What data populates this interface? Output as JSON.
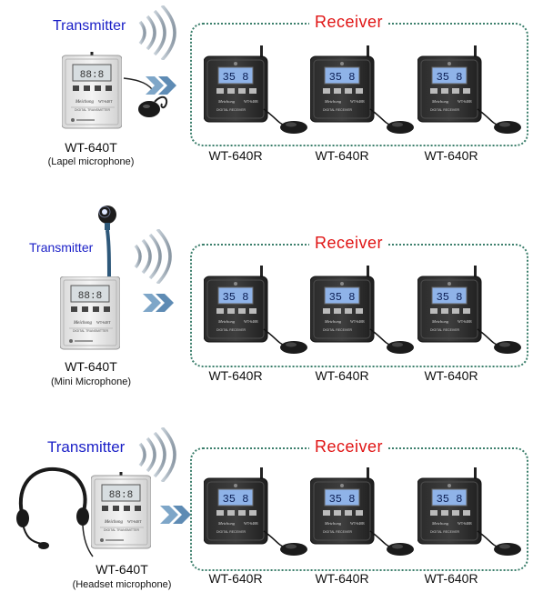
{
  "rows": [
    {
      "transmitter_label": "Transmitter",
      "transmitter_model": "WT-640T",
      "microphone": "(Lapel microphone)",
      "receiver_title": "Receiver",
      "receivers": [
        "WT-640R",
        "WT-640R",
        "WT-640R"
      ]
    },
    {
      "transmitter_label": "Transmitter",
      "transmitter_model": "WT-640T",
      "microphone": "(Mini Microphone)",
      "receiver_title": "Receiver",
      "receivers": [
        "WT-640R",
        "WT-640R",
        "WT-640R"
      ]
    },
    {
      "transmitter_label": "Transmitter",
      "transmitter_model": "WT-640T",
      "microphone": "(Headset microphone)",
      "receiver_title": "Receiver",
      "receivers": [
        "WT-640R",
        "WT-640R",
        "WT-640R"
      ]
    }
  ],
  "device_brand": "Meichong",
  "colors": {
    "transmitter_text": "#1a1fc7",
    "receiver_text": "#e01414",
    "box_border": "#3c7f6c",
    "arrow": "#7ea6c8",
    "lcd": "#8fb3e8"
  },
  "icons": [
    "signal-waves-icon",
    "double-chevron-arrow-icon",
    "lapel-microphone-icon",
    "mini-microphone-icon",
    "headset-microphone-icon"
  ]
}
